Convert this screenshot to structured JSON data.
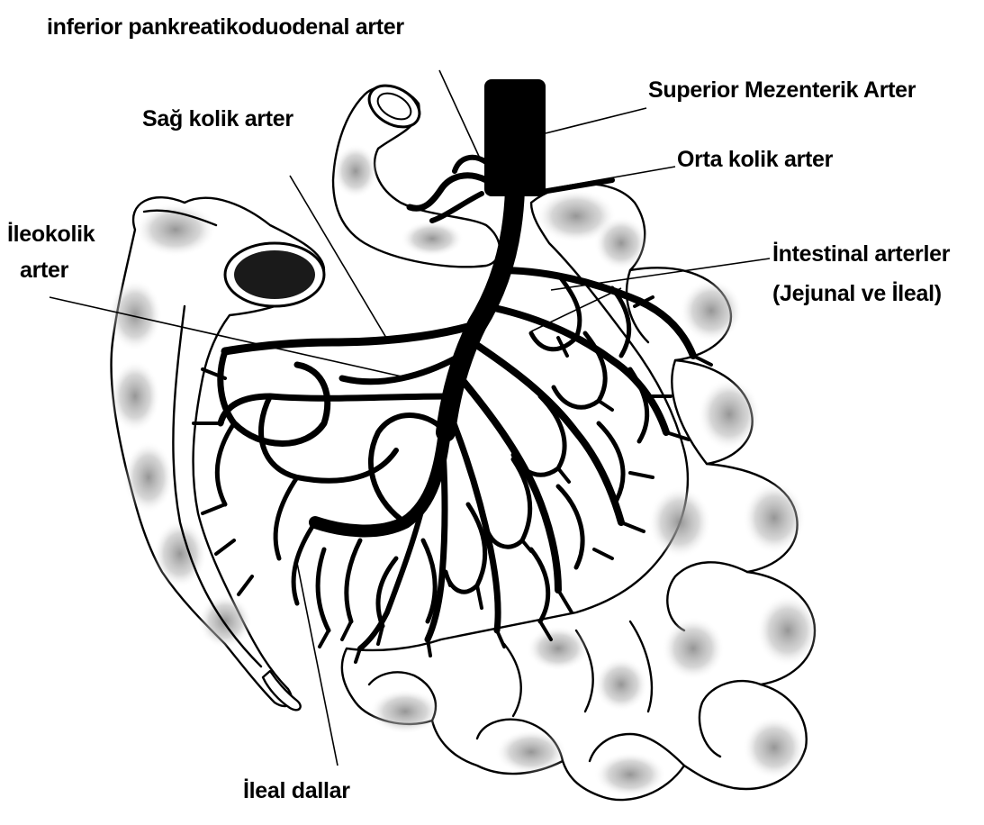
{
  "labels": {
    "inferior_pd": "inferior pankreatikoduodenal arter",
    "superior_me": "Superior Mezenterik Arter",
    "sag_kolik": "Sağ kolik arter",
    "orta_kolik": "Orta kolik arter",
    "ileokolik_1": "İleokolik",
    "ileokolik_2": "arter",
    "intestinal_1": "İntestinal arterler",
    "intestinal_2": "(Jejunal ve İleal)",
    "ileal_dallar": "İleal dallar"
  },
  "colors": {
    "ink": "#000000",
    "bowel_fill": "#ffffff",
    "bowel_shade": "#8a8a8a",
    "background": "#ffffff"
  }
}
